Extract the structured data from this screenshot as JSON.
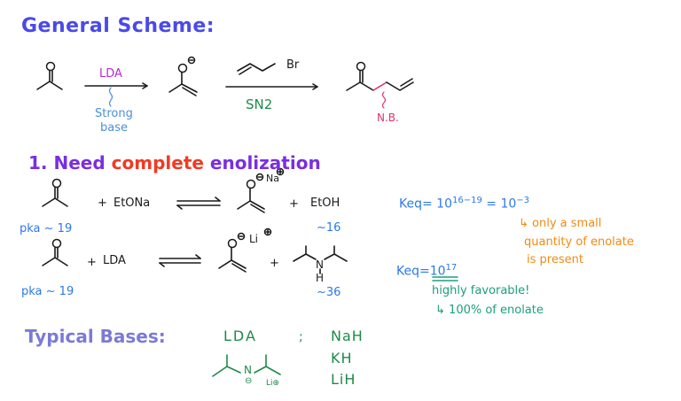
{
  "colors": {
    "title_blue": "#4a4ae8",
    "heading_purple": "#7a2ee0",
    "heading_red": "#f03a24",
    "reagent_magenta": "#b82ad0",
    "strong_base_blue": "#4a90d9",
    "sn2_green": "#1e8a4a",
    "nb_pink": "#e0306a",
    "pka_blue": "#2a7ae8",
    "note_orange": "#f08a14",
    "favorable_teal": "#1aa07a",
    "typical_bases_lavender": "#7a7ad8",
    "bases_green": "#1e8a4a",
    "ink": "#1a1a1a"
  },
  "general_scheme": {
    "title": "General Scheme:",
    "step1": {
      "reagent": "LDA",
      "note_line1": "Strong",
      "note_line2": "base"
    },
    "step2": {
      "reagent": "Br",
      "label": "SN2"
    },
    "enolate_charge": "⊖",
    "new_bond_label": "N.B."
  },
  "section1": {
    "heading_number": "1.",
    "heading_word1": "Need",
    "heading_word2": "complete",
    "heading_word3": "enolization",
    "reaction1": {
      "plus1": "+",
      "base": "EtONa",
      "product_cation": "Na",
      "oxide_charge": "⊖",
      "cation_charge": "⊕",
      "plus2": "+",
      "byproduct": "EtOH",
      "pka_ketone": "pka ~ 19",
      "pka_byproduct": "~16"
    },
    "reaction2": {
      "plus1": "+",
      "base": "LDA",
      "product_cation": "Li",
      "oxide_charge": "⊖",
      "cation_charge": "⊕",
      "plus2": "+",
      "amine_n": "N",
      "amine_h": "H",
      "pka_ketone": "pka ~ 19",
      "pka_byproduct": "~36"
    },
    "keq1": {
      "prefix": "Keq",
      "eq": "=",
      "base": "10",
      "exponent": "16−19",
      "eq2": "=",
      "base2": "10",
      "exponent2": "−3",
      "note_arrow": "↳",
      "note_line1": "only a small",
      "note_line2": "quantity of enolate",
      "note_line3": "is present"
    },
    "keq2": {
      "prefix": "Keq",
      "eq": "=",
      "base": "10",
      "exponent": "17",
      "note_line1": "highly favorable!",
      "note_arrow": "↳",
      "note_line2": "100% of enolate"
    }
  },
  "typical_bases": {
    "title": "Typical Bases:",
    "base1": "LDA",
    "separator": ";",
    "lda_n": "N",
    "lda_n_charge": "⊖",
    "lda_li": "Li⊕",
    "others": [
      "NaH",
      "KH",
      "LiH"
    ]
  }
}
